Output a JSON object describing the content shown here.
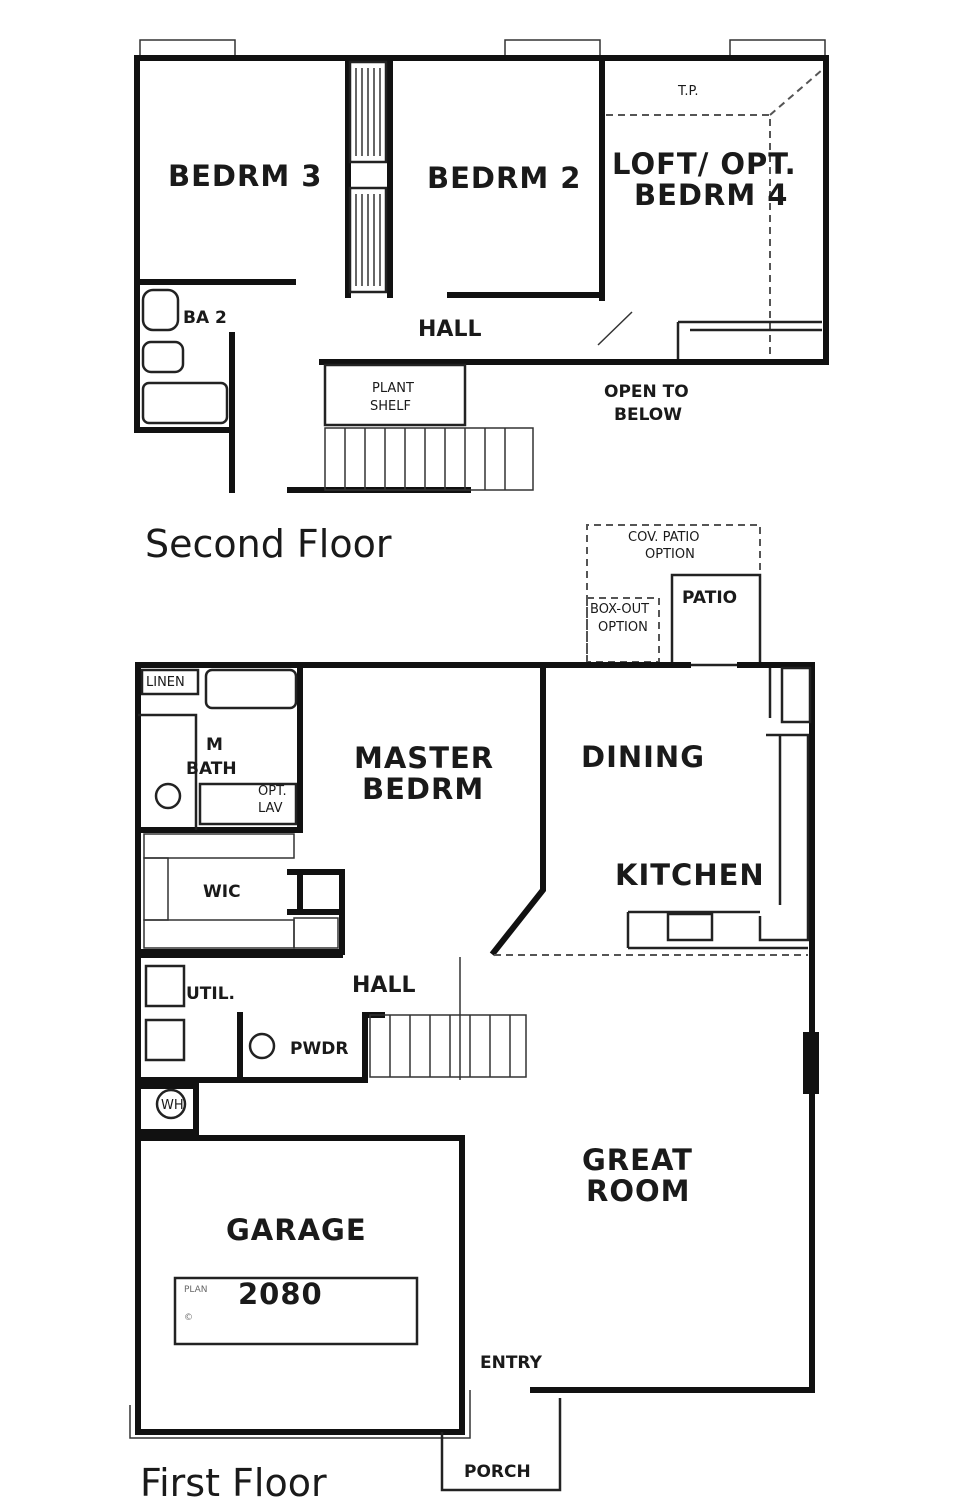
{
  "second_floor": {
    "title": "Second Floor",
    "rooms": {
      "bedrm3": "BEDRM 3",
      "bedrm2": "BEDRM 2",
      "loft_line1": "LOFT/ OPT.",
      "loft_line2": "BEDRM 4",
      "ba2": "BA 2",
      "hall": "HALL",
      "plant_shelf_line1": "PLANT",
      "plant_shelf_line2": "SHELF",
      "open_line1": "OPEN TO",
      "open_line2": "BELOW"
    }
  },
  "first_floor": {
    "title": "First Floor",
    "rooms": {
      "linen": "LINEN",
      "mbath_line1": "M",
      "mbath_line2": "BATH",
      "opt_lav_line1": "OPT.",
      "opt_lav_line2": "LAV",
      "master_line1": "MASTER",
      "master_line2": "BEDRM",
      "dining": "DINING",
      "kitchen": "KITCHEN",
      "wic": "WIC",
      "util": "UTIL.",
      "hall": "HALL",
      "pwdr": "PWDR",
      "wh": "WH",
      "great_line1": "GREAT",
      "great_line2": "ROOM",
      "garage": "GARAGE",
      "entry": "ENTRY",
      "porch": "PORCH",
      "patio": "PATIO",
      "cov_patio_line1": "COV. PATIO",
      "cov_patio_line2": "OPTION",
      "box_out_line1": "BOX-OUT",
      "box_out_line2": "OPTION",
      "plan_number": "2080"
    }
  }
}
